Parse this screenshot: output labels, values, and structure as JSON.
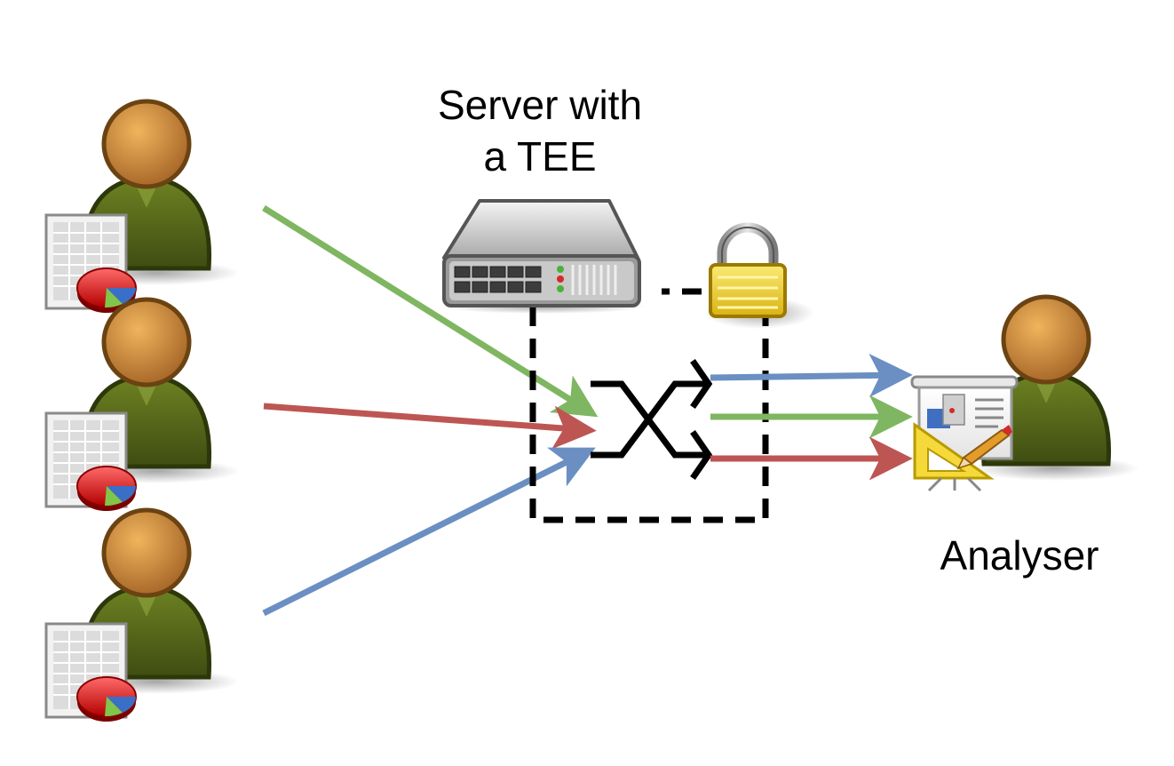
{
  "server_label": [
    "Server with",
    "a TEE"
  ],
  "analyser_label": "Analyser",
  "colors": {
    "green": "#7fb661",
    "red": "#bd5653",
    "blue": "#6b8fc2",
    "person_body": "#4e5f17",
    "person_head": "#c2843b",
    "lock_body": "#f2d22b",
    "enclosure": "#000000"
  },
  "icons": {
    "data_owner": "user-with-spreadsheet-icon",
    "server": "server-icon",
    "lock": "padlock-icon",
    "shuffle": "shuffle-icon",
    "analyser": "user-with-presentation-icon"
  },
  "data_owners": [
    {
      "name": "data-owner-1",
      "flow_color": "green"
    },
    {
      "name": "data-owner-2",
      "flow_color": "red"
    },
    {
      "name": "data-owner-3",
      "flow_color": "blue"
    }
  ],
  "output_flows": [
    {
      "name": "output-flow-1",
      "color": "blue"
    },
    {
      "name": "output-flow-2",
      "color": "green"
    },
    {
      "name": "output-flow-3",
      "color": "red"
    }
  ]
}
